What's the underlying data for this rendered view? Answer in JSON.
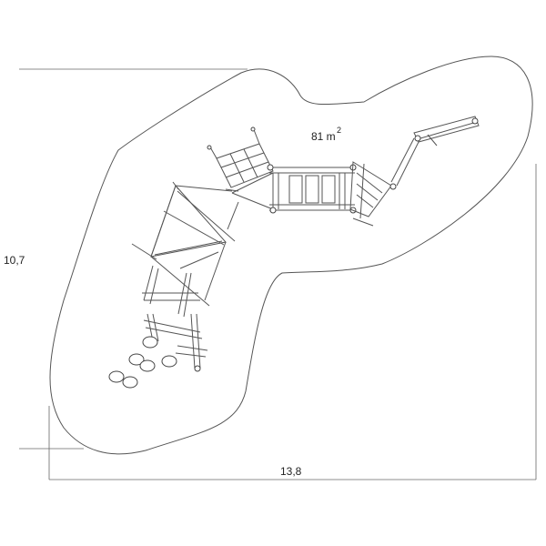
{
  "area_label": "81 m",
  "area_exponent": "2",
  "height_dimension": "10,7",
  "width_dimension": "13,8"
}
